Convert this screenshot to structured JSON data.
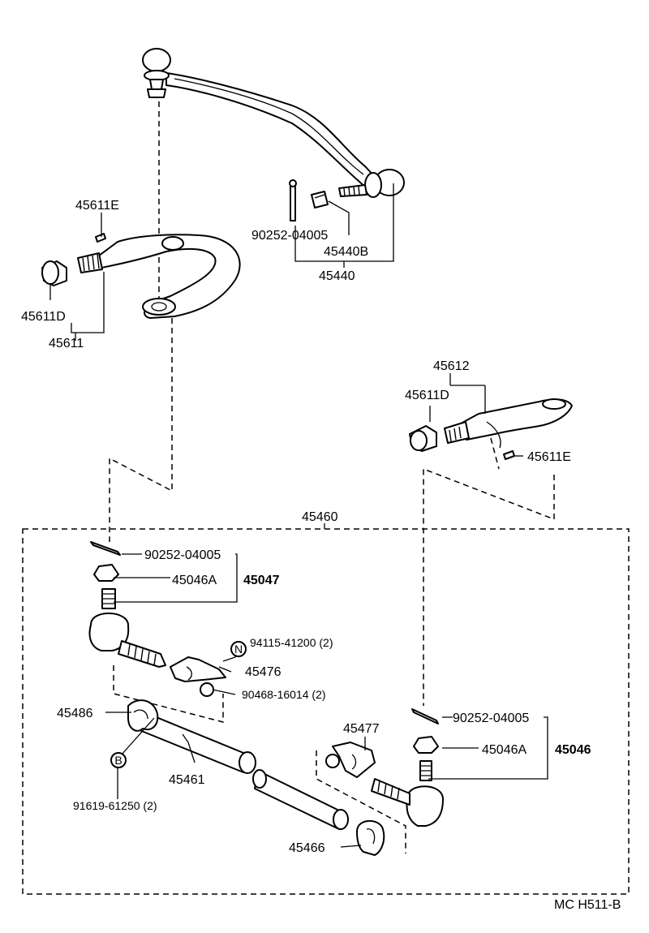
{
  "labels": {
    "p45611E_top": "45611E",
    "p90252_04005_top": "90252-04005",
    "p45440B": "45440B",
    "p45440": "45440",
    "p45611D_left": "45611D",
    "p45611_left": "45611",
    "p45612": "45612",
    "p45611D_right": "45611D",
    "p45611E_right": "45611E",
    "p45460": "45460",
    "p90252_04005_a": "90252-04005",
    "p45046A_a": "45046A",
    "p45047": "45047",
    "p94115_41200": "94115-41200 (2)",
    "p45476": "45476",
    "p90468_16014": "90468-16014 (2)",
    "p45486": "45486",
    "p45461": "45461",
    "p91619_61250": "91619-61250 (2)",
    "p45477": "45477",
    "p90252_04005_b": "90252-04005",
    "p45046A_b": "45046A",
    "p45046": "45046",
    "p45466": "45466",
    "circle_n": "N",
    "circle_b": "B"
  },
  "footer": {
    "code": "MC H511-B"
  }
}
